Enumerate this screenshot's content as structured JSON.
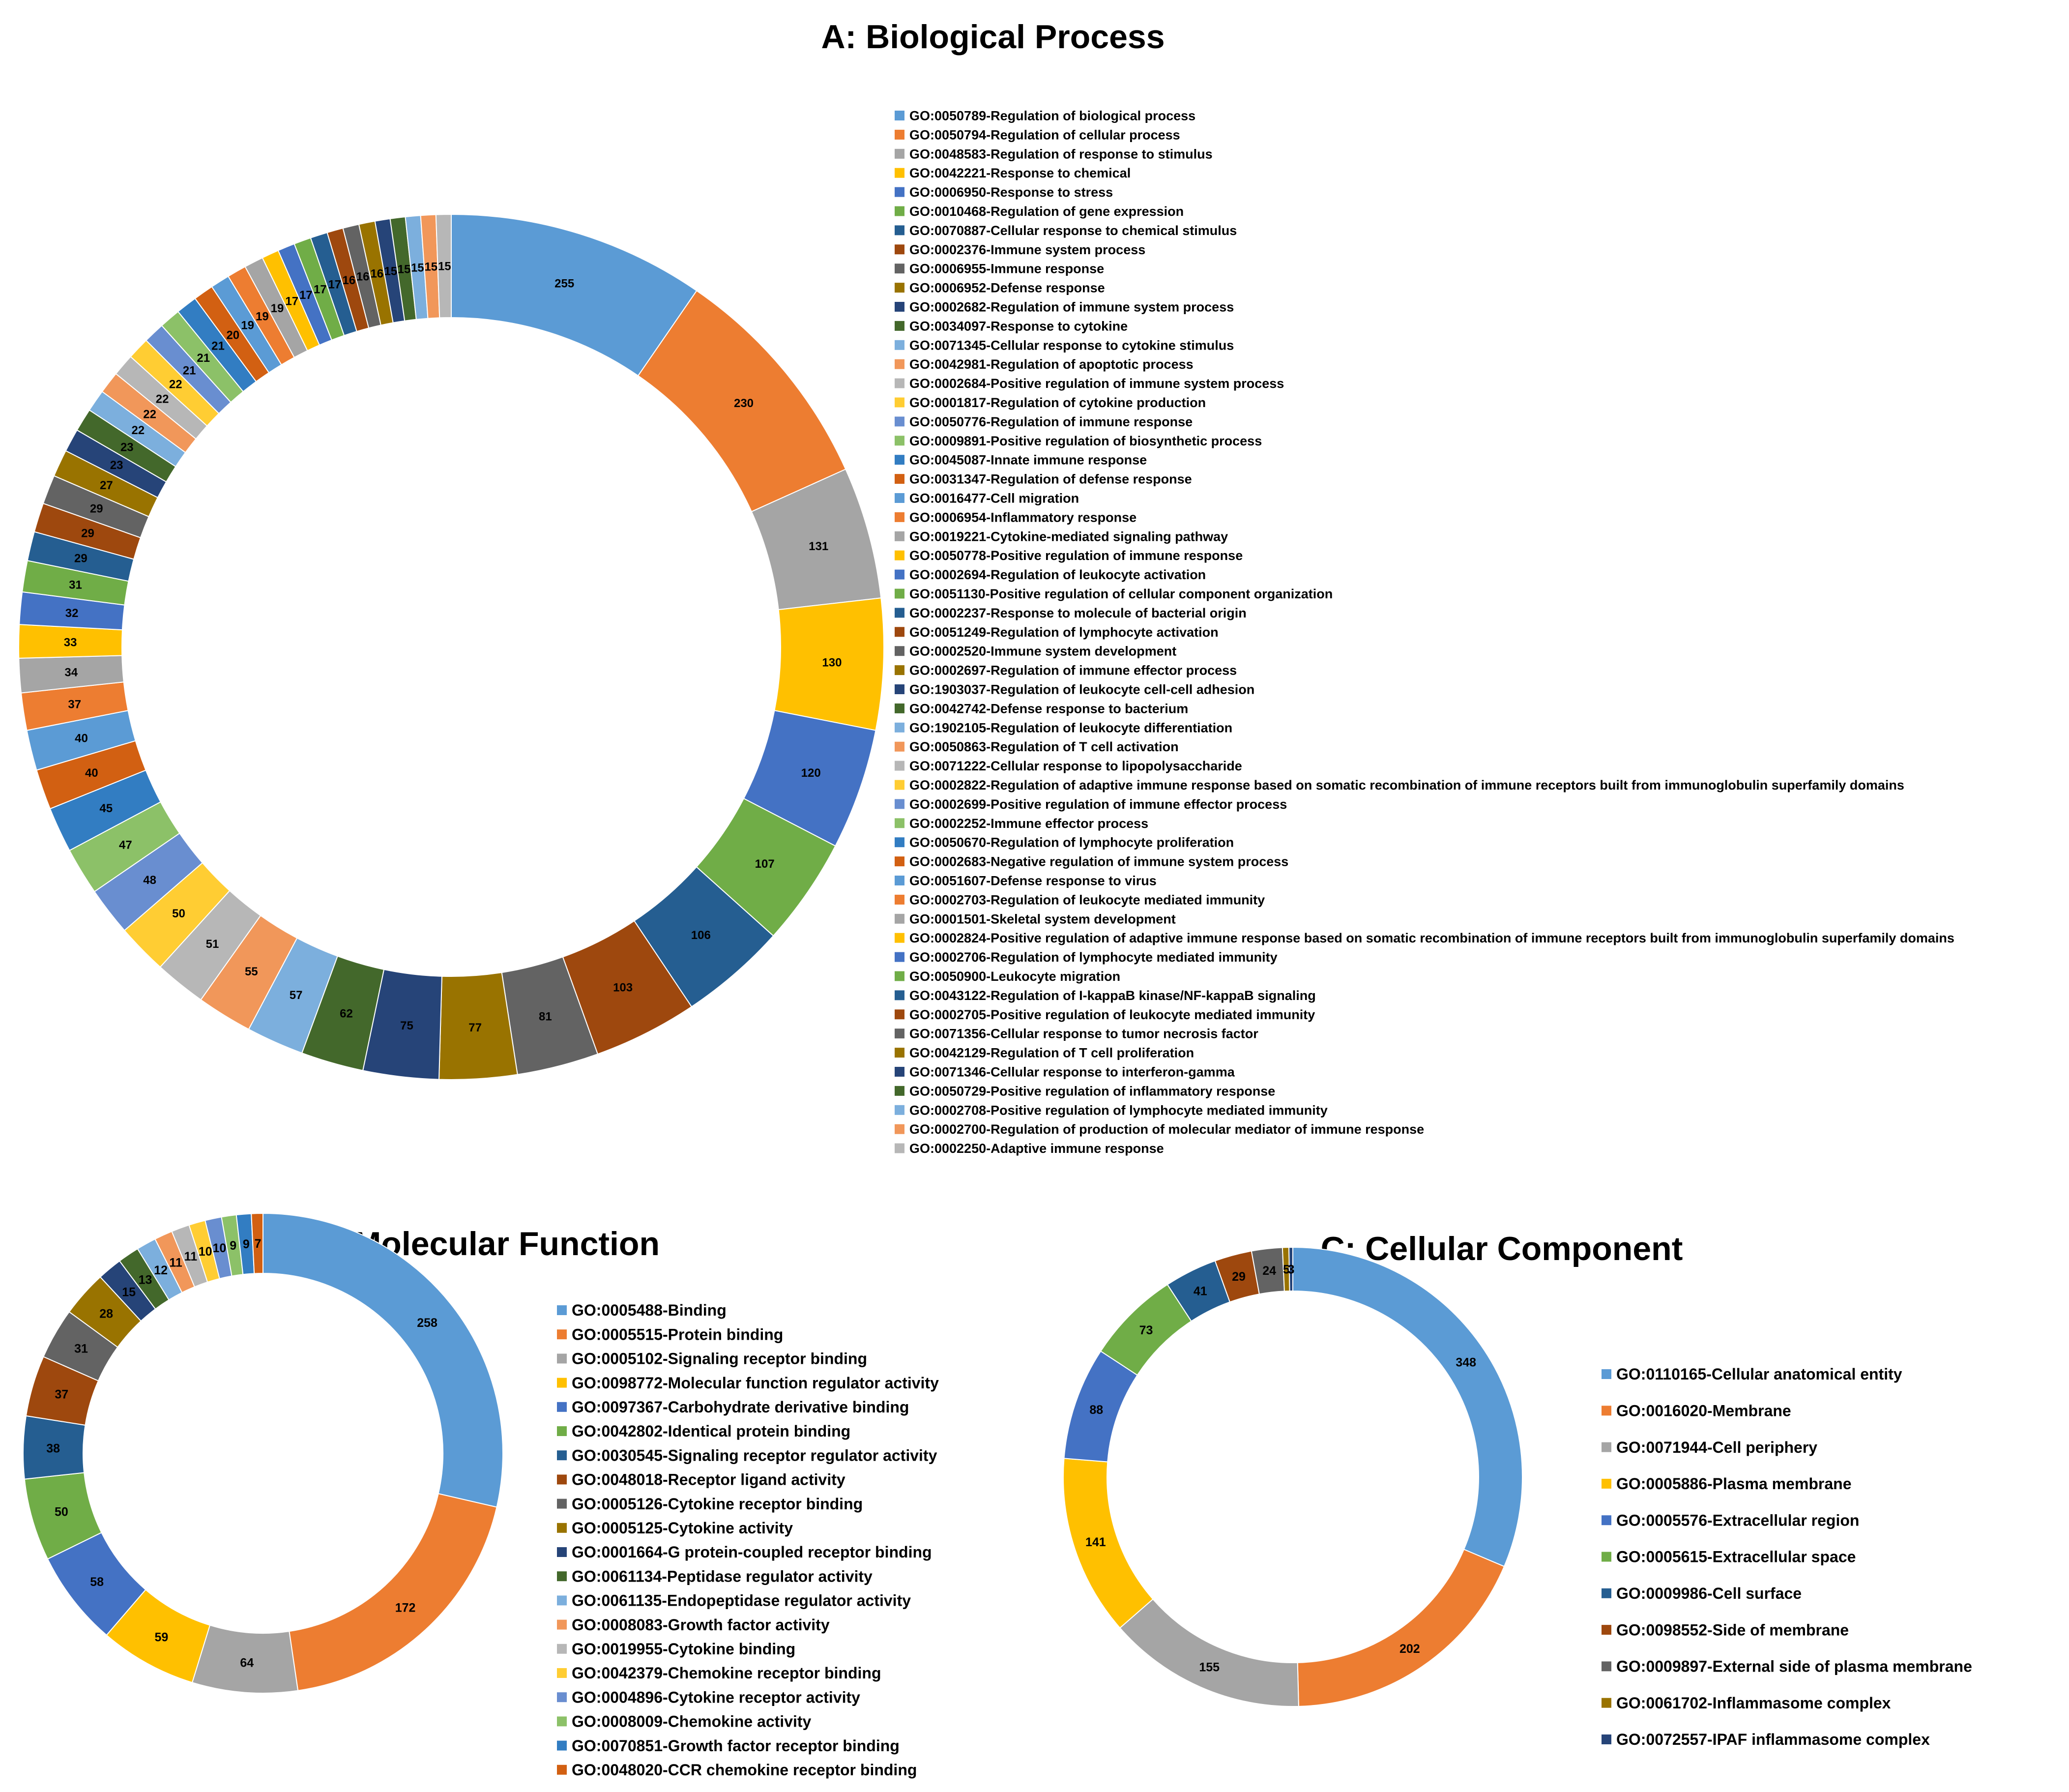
{
  "palette": [
    "#5B9BD5",
    "#ED7D31",
    "#A5A5A5",
    "#FFC000",
    "#4472C4",
    "#70AD47",
    "#255E91",
    "#9E480E",
    "#636363",
    "#997300",
    "#264478",
    "#43682B",
    "#7CAFDD",
    "#F1975A",
    "#B7B7B7",
    "#FFCD33",
    "#698ED0",
    "#8CC168",
    "#327DC2",
    "#D26012"
  ],
  "chart_data": [
    {
      "type": "pie",
      "variant": "doughnut",
      "title": "A: Biological Process",
      "legend_position": "right",
      "labels": [
        "GO:0050789-Regulation of biological process",
        "GO:0050794-Regulation of cellular process",
        "GO:0048583-Regulation of response to stimulus",
        "GO:0042221-Response to chemical",
        "GO:0006950-Response to stress",
        "GO:0010468-Regulation of gene expression",
        "GO:0070887-Cellular response to chemical stimulus",
        "GO:0002376-Immune system process",
        "GO:0006955-Immune response",
        "GO:0006952-Defense response",
        "GO:0002682-Regulation of immune system process",
        "GO:0034097-Response to cytokine",
        "GO:0071345-Cellular response to cytokine stimulus",
        "GO:0042981-Regulation of apoptotic process",
        "GO:0002684-Positive regulation of immune system process",
        "GO:0001817-Regulation of cytokine production",
        "GO:0050776-Regulation of immune response",
        "GO:0009891-Positive regulation of biosynthetic process",
        "GO:0045087-Innate immune response",
        "GO:0031347-Regulation of defense response",
        "GO:0016477-Cell migration",
        "GO:0006954-Inflammatory response",
        "GO:0019221-Cytokine-mediated signaling pathway",
        "GO:0050778-Positive regulation of immune response",
        "GO:0002694-Regulation of leukocyte activation",
        "GO:0051130-Positive regulation of cellular component organization",
        "GO:0002237-Response to molecule of bacterial origin",
        "GO:0051249-Regulation of lymphocyte activation",
        "GO:0002520-Immune system development",
        "GO:0002697-Regulation of immune effector process",
        "GO:1903037-Regulation of leukocyte cell-cell adhesion",
        "GO:0042742-Defense response to bacterium",
        "GO:1902105-Regulation of leukocyte differentiation",
        "GO:0050863-Regulation of T cell activation",
        "GO:0071222-Cellular response to lipopolysaccharide",
        "GO:0002822-Regulation of adaptive immune response based on somatic recombination of immune receptors built from immunoglobulin superfamily domains",
        "GO:0002699-Positive regulation of immune effector process",
        "GO:0002252-Immune effector process",
        "GO:0050670-Regulation of lymphocyte proliferation",
        "GO:0002683-Negative regulation of immune system process",
        "GO:0051607-Defense response to virus",
        "GO:0002703-Regulation of leukocyte mediated immunity",
        "GO:0001501-Skeletal system development",
        "GO:0002824-Positive regulation of adaptive immune response based on somatic recombination of immune receptors built from immunoglobulin superfamily domains",
        "GO:0002706-Regulation of lymphocyte mediated immunity",
        "GO:0050900-Leukocyte migration",
        "GO:0043122-Regulation of I-kappaB kinase/NF-kappaB signaling",
        "GO:0002705-Positive regulation of leukocyte mediated immunity",
        "GO:0071356-Cellular response to tumor necrosis factor",
        "GO:0042129-Regulation of T cell proliferation",
        "GO:0071346-Cellular response to interferon-gamma",
        "GO:0050729-Positive regulation of inflammatory response",
        "GO:0002708-Positive regulation of lymphocyte mediated immunity",
        "GO:0002700-Regulation of production of molecular mediator of immune response",
        "GO:0002250-Adaptive immune response"
      ],
      "values": [
        255,
        230,
        131,
        130,
        120,
        107,
        106,
        103,
        81,
        77,
        75,
        62,
        57,
        55,
        51,
        50,
        48,
        47,
        45,
        40,
        40,
        37,
        34,
        33,
        32,
        31,
        29,
        29,
        29,
        27,
        23,
        23,
        22,
        22,
        22,
        22,
        21,
        21,
        21,
        20,
        19,
        19,
        19,
        17,
        17,
        17,
        17,
        16,
        16,
        16,
        15,
        15,
        15,
        15,
        15
      ]
    },
    {
      "type": "pie",
      "variant": "doughnut",
      "title": "B: Molecular Function",
      "legend_position": "right",
      "labels": [
        "GO:0005488-Binding",
        "GO:0005515-Protein binding",
        "GO:0005102-Signaling receptor binding",
        "GO:0098772-Molecular function regulator activity",
        "GO:0097367-Carbohydrate derivative binding",
        "GO:0042802-Identical protein binding",
        "GO:0030545-Signaling receptor regulator activity",
        "GO:0048018-Receptor ligand activity",
        "GO:0005126-Cytokine receptor binding",
        "GO:0005125-Cytokine activity",
        "GO:0001664-G protein-coupled receptor binding",
        "GO:0061134-Peptidase regulator activity",
        "GO:0061135-Endopeptidase regulator activity",
        "GO:0008083-Growth factor activity",
        "GO:0019955-Cytokine binding",
        "GO:0042379-Chemokine receptor binding",
        "GO:0004896-Cytokine receptor activity",
        "GO:0008009-Chemokine activity",
        "GO:0070851-Growth factor receptor binding",
        "GO:0048020-CCR chemokine receptor binding"
      ],
      "values": [
        258,
        172,
        64,
        59,
        58,
        50,
        38,
        37,
        31,
        28,
        15,
        13,
        12,
        11,
        11,
        10,
        10,
        9,
        9,
        7
      ]
    },
    {
      "type": "pie",
      "variant": "doughnut",
      "title": "C: Cellular Component",
      "legend_position": "right",
      "labels": [
        "GO:0110165-Cellular anatomical entity",
        "GO:0016020-Membrane",
        "GO:0071944-Cell periphery",
        "GO:0005886-Plasma membrane",
        "GO:0005576-Extracellular region",
        "GO:0005615-Extracellular space",
        "GO:0009986-Cell surface",
        "GO:0098552-Side of membrane",
        "GO:0009897-External side of plasma membrane",
        "GO:0061702-Inflammasome complex",
        "GO:0072557-IPAF inflammasome complex"
      ],
      "values": [
        348,
        202,
        155,
        141,
        88,
        73,
        41,
        29,
        24,
        5,
        3
      ]
    }
  ]
}
